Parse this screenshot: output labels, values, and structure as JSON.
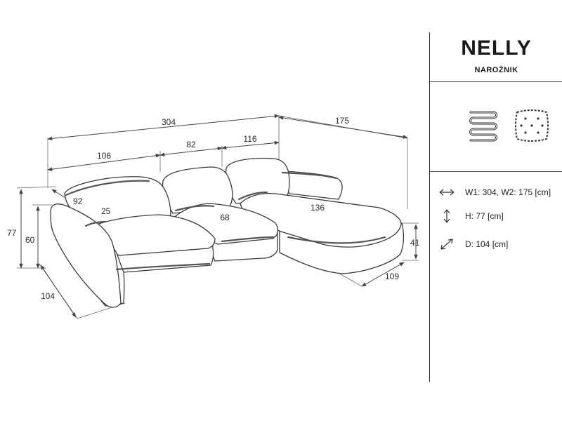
{
  "product": {
    "name": "NELLY",
    "type": "NAROŻNIK"
  },
  "dimensions": {
    "total_width": "304",
    "chaise_length": "175",
    "left_section": "106",
    "middle_section": "82",
    "right_section": "116",
    "armrest_width": "92",
    "armrest_top": "25",
    "seat_depth": "68",
    "chaise_seat_length": "136",
    "height": "77",
    "seat_height": "60",
    "depth": "104",
    "chaise_height": "41",
    "chaise_width": "109"
  },
  "specs": {
    "width": "W1: 304, W2: 175 [cm]",
    "height": "H: 77 [cm]",
    "depth": "D: 104 [cm]"
  },
  "icons": {
    "spring": "spring-icon",
    "cushion": "tufted-cushion-icon",
    "width": "horizontal-arrow-icon",
    "height": "vertical-arrow-icon",
    "depth": "diagonal-arrow-icon"
  },
  "colors": {
    "line": "#3a3a3a",
    "background": "#ffffff"
  }
}
